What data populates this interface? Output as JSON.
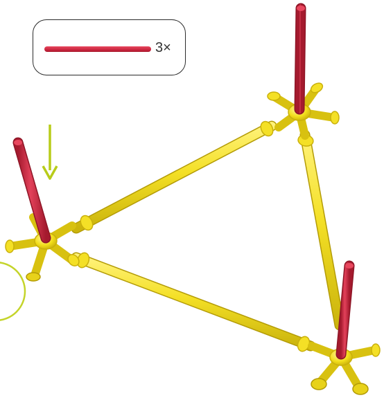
{
  "parts_callout": {
    "quantity_label": "3×",
    "part": "red-rod",
    "colors": {
      "rod": "#d12a42",
      "outline": "#2a2a2a"
    }
  },
  "illustration": {
    "structure": "triangle-frame",
    "colors": {
      "connector": "#f2de1a",
      "beam": "#f4e026",
      "post": "#d12a42",
      "arrow": "#b8cc1a",
      "circle": "#c4d42a"
    }
  }
}
